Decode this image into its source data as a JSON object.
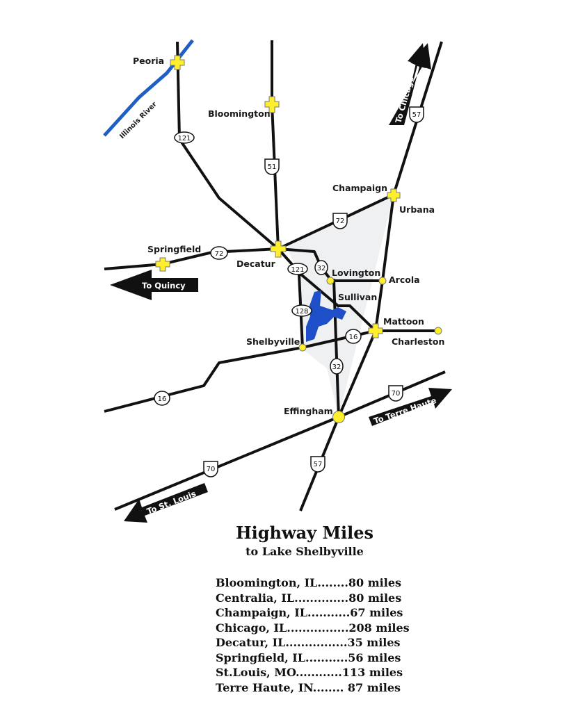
{
  "map": {
    "cities": [
      "Peoria",
      "Bloomington",
      "Champaign",
      "Urbana",
      "Springfield",
      "Decatur",
      "Lovington",
      "Arcola",
      "Sullivan",
      "Mattoon",
      "Charleston",
      "Shelbyville",
      "Effingham"
    ],
    "river": "Illinois River",
    "routes": {
      "r121a": "121",
      "r51": "51",
      "r57a": "57",
      "r72a": "72",
      "r72b": "72",
      "r121b": "121",
      "r32a": "32",
      "r128": "128",
      "r16a": "16",
      "r32b": "32",
      "r16b": "16",
      "r70a": "70",
      "r57b": "57",
      "r70b": "70"
    },
    "arrows": {
      "chicago": "To Chicago",
      "quincy": "To Quincy",
      "terre_haute": "To Terre Haute",
      "st_louis": "To St. Louis"
    },
    "colors": {
      "river": "#1f5fc4",
      "lake": "#1f4fc8",
      "city": "#ffef2a",
      "region": "#eef0f2"
    }
  },
  "legend": {
    "title": "Highway Miles",
    "subtitle": "to Lake Shelbyville",
    "rows": [
      "Bloomington, IL........80 miles",
      "Centralia, IL..............80 miles",
      "Champaign, IL...........67 miles",
      "Chicago, IL................208 miles",
      "Decatur, IL................35 miles",
      "Springfield, IL...........56 miles",
      "St.Louis, MO............113 miles",
      "Terre Haute, IN........ 87 miles"
    ]
  }
}
